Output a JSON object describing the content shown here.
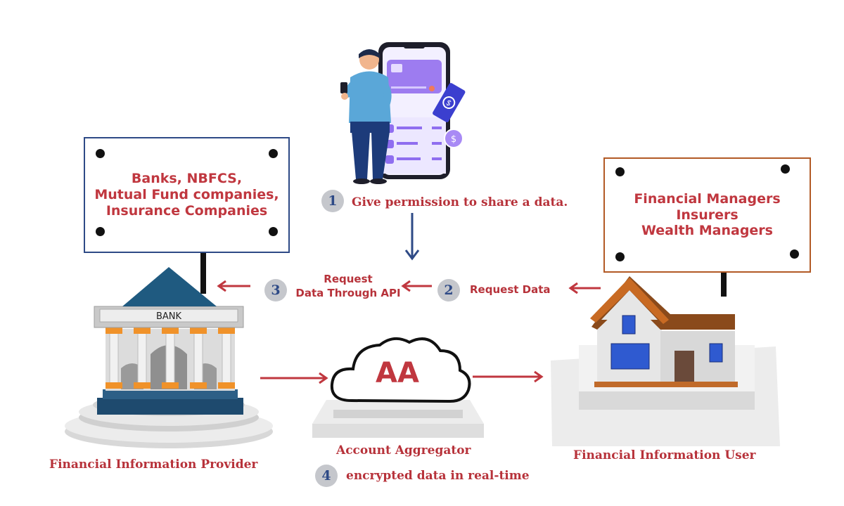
{
  "provider_sign": {
    "lines": [
      "Banks, NBFCS,",
      "Mutual Fund companies,",
      "Insurance Companies"
    ],
    "border_color": "#2e4a86"
  },
  "user_sign": {
    "lines": [
      "Financial Managers",
      "Insurers",
      "Wealth Managers"
    ],
    "border_color": "#b25a25"
  },
  "bank": {
    "label": "BANK"
  },
  "aggregator": {
    "cloud_text": "AA",
    "label": "Account Aggregator"
  },
  "provider_label": "Financial Information Provider",
  "user_label": "Financial Information User",
  "steps": [
    {
      "num": "1",
      "text": "Give permission to share a data."
    },
    {
      "num": "2",
      "text": "Request Data"
    },
    {
      "num": "3",
      "text_lines": [
        "Request",
        "Data Through API"
      ]
    },
    {
      "num": "4",
      "text": "encrypted data in real-time"
    }
  ],
  "colors": {
    "accent_red": "#b7323a",
    "arrow_red": "#c0373f",
    "arrow_blue": "#2e4a86",
    "step_circle": "#c5c7cc"
  }
}
